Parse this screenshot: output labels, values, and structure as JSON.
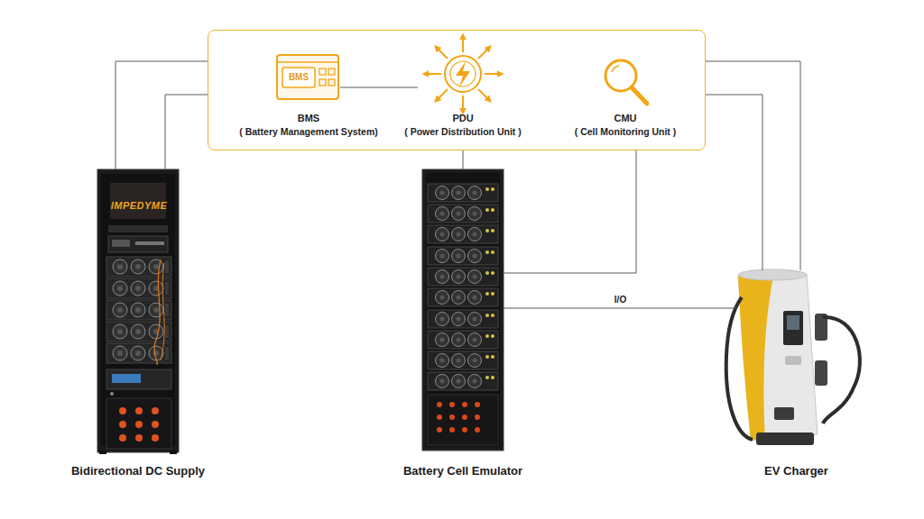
{
  "diagram": {
    "nodes": [
      {
        "text": []
      },
      {
        "text": [
          "BMS",
          "( Battery Management System)"
        ],
        "in": 0
      },
      {
        "text": [
          "PDU",
          "( Power Distribution Unit )"
        ],
        "in": 0
      },
      {
        "text": [
          "CMU",
          "( Cell Monitoring Unit )"
        ],
        "in": 0
      },
      {
        "text": [
          "Bidirectional DC Supply"
        ]
      },
      {
        "text": [
          "Battery Cell Emulator"
        ]
      },
      {
        "text": [
          "EV Charger"
        ]
      }
    ],
    "edges": [
      {
        "from": 4,
        "to": 0,
        "arrow": "none"
      },
      {
        "from": 4,
        "to": 0,
        "arrow": "none"
      },
      {
        "from": 1,
        "to": 2,
        "arrow": "none"
      },
      {
        "from": 0,
        "to": 5,
        "arrow": "none"
      },
      {
        "from": 0,
        "to": 5,
        "arrow": "none"
      },
      {
        "from": 0,
        "to": 6,
        "arrow": "none"
      },
      {
        "from": 0,
        "to": 6,
        "arrow": "none"
      },
      {
        "from": 5,
        "to": 6,
        "label": "I/O",
        "arrow": "none"
      }
    ],
    "labels": [
      "BMS",
      "IMPEDYME"
    ]
  }
}
